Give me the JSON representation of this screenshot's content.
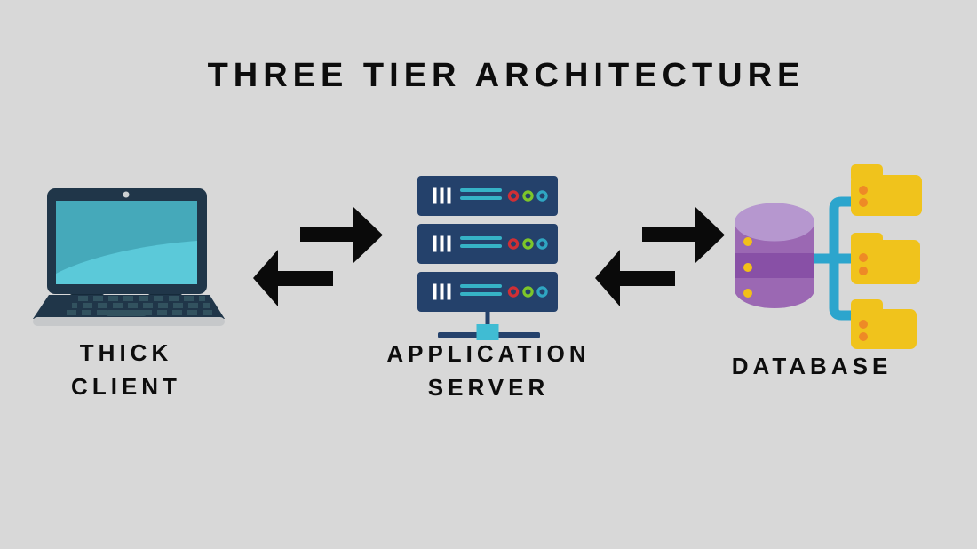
{
  "title": "THREE TIER ARCHITECTURE",
  "nodes": [
    {
      "id": "thick-client",
      "icon": "laptop-icon",
      "label_lines": [
        "THICK",
        "CLIENT"
      ]
    },
    {
      "id": "application-server",
      "icon": "server-rack-icon",
      "label_lines": [
        "APPLICATION",
        "SERVER"
      ]
    },
    {
      "id": "database",
      "icon": "database-folders-icon",
      "label_lines": [
        "DATABASE"
      ]
    }
  ],
  "connections": [
    {
      "from": "thick-client",
      "to": "application-server",
      "type": "bidirectional"
    },
    {
      "from": "application-server",
      "to": "database",
      "type": "bidirectional"
    }
  ],
  "colors": {
    "background": "#d8d8d8",
    "text": "#0d0d0d",
    "arrow": "#0a0a0a",
    "laptop_body": "#203649",
    "laptop_screen": "#45a9ba",
    "laptop_screen_highlight": "#5bc9d9",
    "laptop_base_lip": "#c6c8ca",
    "server_body": "#24416b",
    "server_line": "#36b3c6",
    "server_led_red": "#d02f35",
    "server_led_green": "#7dc62a",
    "server_led_blue": "#2fa6c2",
    "server_hub": "#40bcd3",
    "database_top": "#b697cf",
    "database_body": "#9b68b3",
    "database_band": "#8850a6",
    "database_dot": "#f2c018",
    "folder": "#f0c31c",
    "folder_dot": "#ee8a26",
    "connector": "#2ca5cd"
  }
}
